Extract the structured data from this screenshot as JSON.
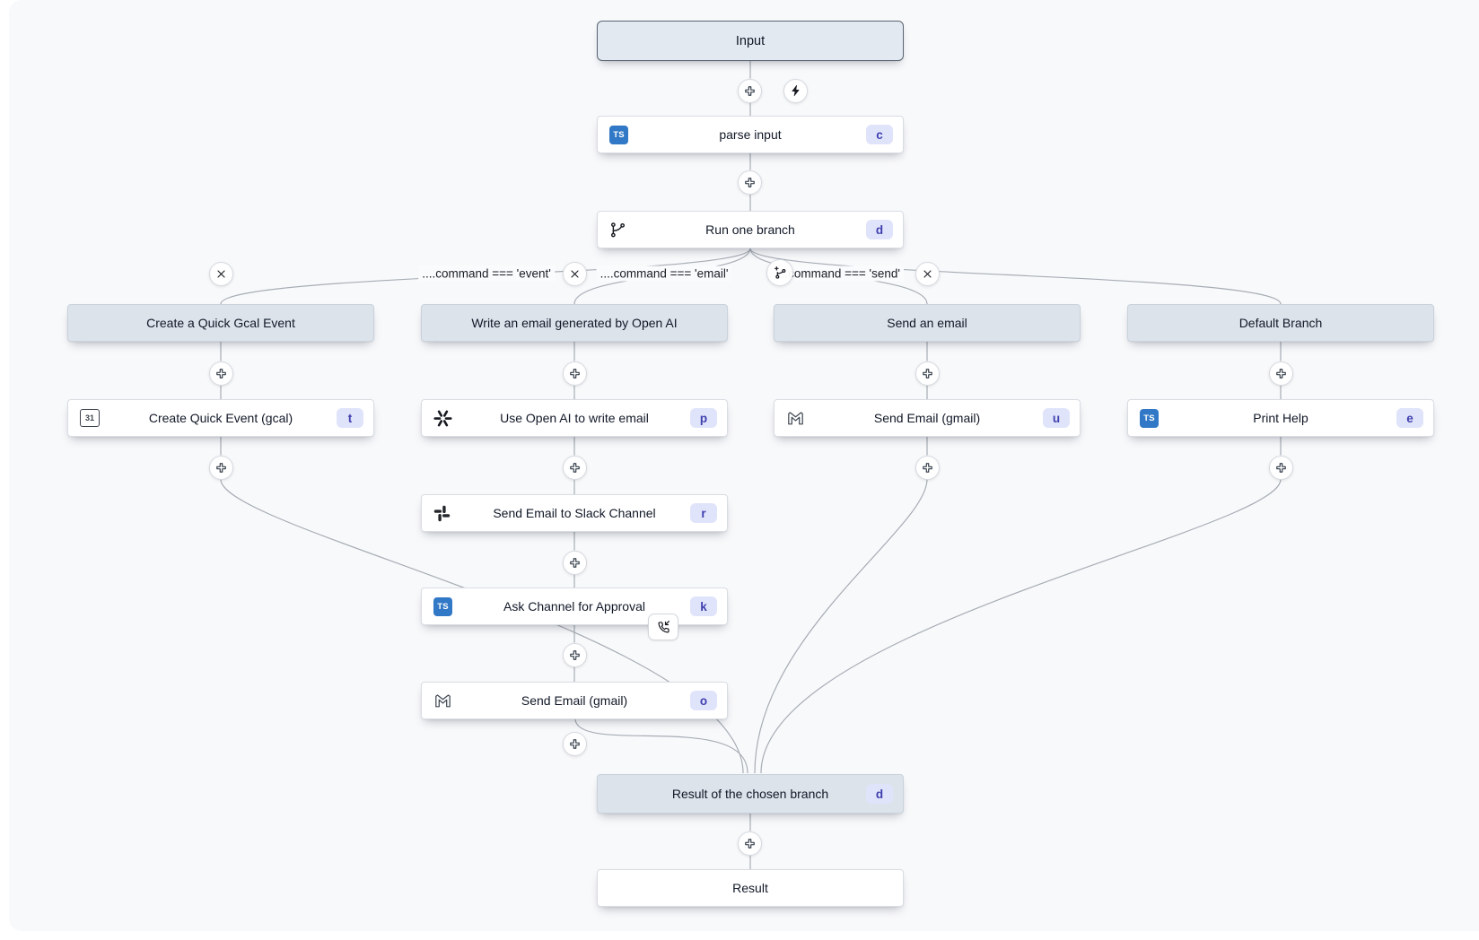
{
  "main": {
    "input_label": "Input",
    "parse": {
      "label": "parse input",
      "badge": "c",
      "icon": "typescript-icon"
    },
    "branch_node": {
      "label": "Run one branch",
      "badge": "d",
      "icon": "git-branch-icon"
    },
    "collect": {
      "label": "Result of the chosen branch",
      "badge": "d"
    },
    "result_label": "Result"
  },
  "conditions": {
    "event": "....command === 'event'",
    "email": "....command === 'email'",
    "send": "....command === 'send'"
  },
  "branches": [
    {
      "header": "Create a Quick Gcal Event",
      "removable": true,
      "steps": [
        {
          "label": "Create Quick Event (gcal)",
          "badge": "t",
          "icon": "gcal-icon"
        }
      ]
    },
    {
      "header": "Write an email generated by Open AI",
      "removable": true,
      "steps": [
        {
          "label": "Use Open AI to write email",
          "badge": "p",
          "icon": "openai-icon"
        },
        {
          "label": "Send Email to Slack Channel",
          "badge": "r",
          "icon": "slack-icon"
        },
        {
          "label": "Ask Channel for Approval",
          "badge": "k",
          "icon": "typescript-icon",
          "suspend": "phone-incoming"
        },
        {
          "label": "Send Email (gmail)",
          "badge": "o",
          "icon": "gmail-icon"
        }
      ]
    },
    {
      "header": "Send an email",
      "removable": true,
      "steps": [
        {
          "label": "Send Email (gmail)",
          "badge": "u",
          "icon": "gmail-icon"
        }
      ]
    },
    {
      "header": "Default Branch",
      "removable": false,
      "steps": [
        {
          "label": "Print Help",
          "badge": "e",
          "icon": "typescript-icon"
        }
      ]
    }
  ],
  "colors": {
    "canvas_bg": "#f8f9fb",
    "node_bg": "#ffffff",
    "header_bg": "#dce3eb",
    "badge_bg": "#e0e4fb",
    "badge_text": "#3f3fae",
    "ts_blue": "#3178c6",
    "edge": "#a7adb5"
  }
}
